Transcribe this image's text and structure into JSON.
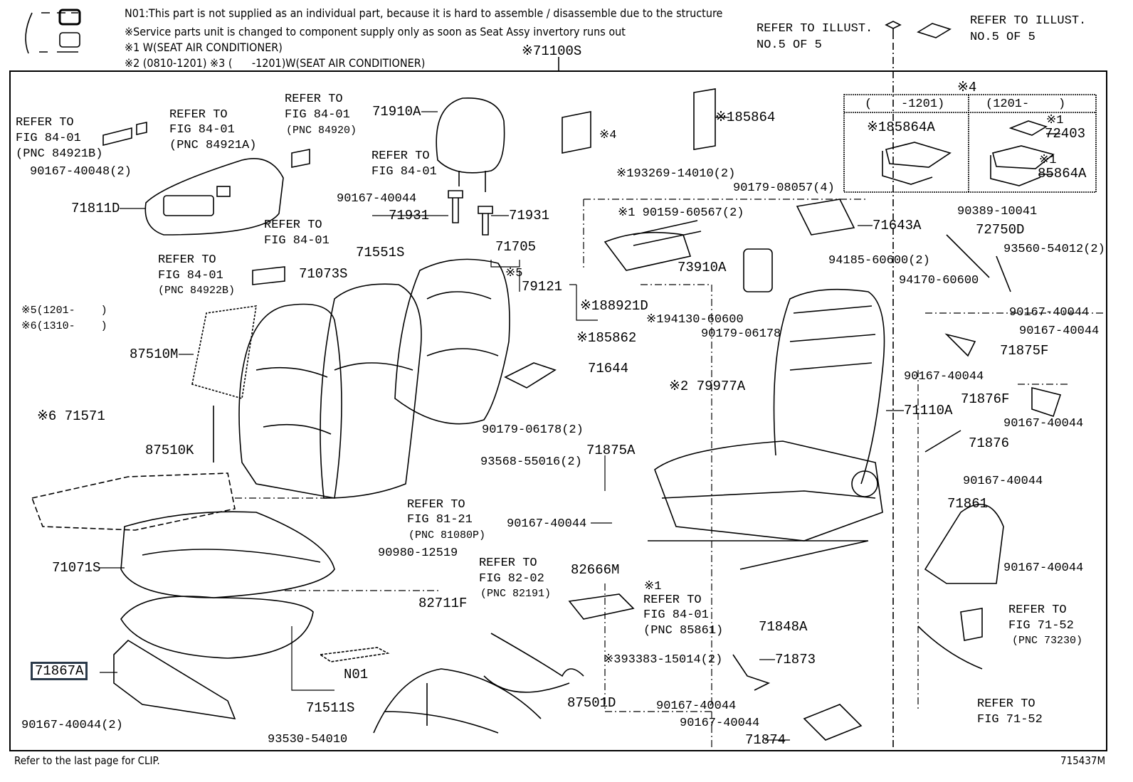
{
  "header": {
    "note_n01": "N01:This part is not supplied as an individual part, because it is hard to assemble / disassemble due to the structure",
    "note_service": "※Service parts unit is changed to component supply only as soon as Seat Assy invertory runs out",
    "note_1": "※1 W(SEAT AIR CONDITIONER)",
    "note_2_3": "※2 (0810-1201) ※3 (      -1201)W(SEAT AIR CONDITIONER)",
    "assembly": "※71100S",
    "refer_illust_1": [
      "REFER TO ILLUST.",
      "NO.5 OF 5"
    ],
    "refer_illust_2": [
      "REFER TO ILLUST.",
      "NO.5 OF 5"
    ]
  },
  "inset_box": {
    "title": "※4",
    "col_left": "(    -1201)",
    "col_right": "(1201-    )",
    "left_part": "※185864A",
    "right_mark_1": "※1",
    "right_part_1": "72403",
    "right_mark_2": "※1",
    "right_part_2": "85864A"
  },
  "refs": {
    "r84921b": [
      "REFER TO",
      "FIG 84-01",
      "(PNC 84921B)"
    ],
    "r84921a": [
      "REFER TO",
      "FIG 84-01",
      "(PNC 84921A)"
    ],
    "r84920": [
      "REFER TO",
      "FIG 84-01",
      "(PNC 84920)"
    ],
    "r8401a": [
      "REFER TO",
      "FIG 84-01"
    ],
    "r8401b": [
      "REFER TO",
      "FIG 84-01"
    ],
    "r84922b": [
      "REFER TO",
      "FIG 84-01",
      "(PNC 84922B)"
    ],
    "r81080p": [
      "REFER TO",
      "FIG 81-21",
      "(PNC 81080P)"
    ],
    "r82191": [
      "REFER TO",
      "FIG 82-02",
      "(PNC 82191)"
    ],
    "r85861": [
      "※1",
      "REFER TO",
      "FIG 84-01",
      "(PNC 85861)"
    ],
    "r73230": [
      "REFER TO",
      "FIG 71-52",
      "(PNC 73230)"
    ],
    "r7152": [
      "REFER TO",
      "FIG 71-52"
    ]
  },
  "variants": [
    "※5(1201-    )",
    "※6(1310-    )"
  ],
  "parts": [
    "71910A",
    "90167-40048(2)",
    "90167-40044",
    "71811D",
    "71931",
    "71931",
    "71551S",
    "71705",
    "※5",
    "71073S",
    "79121",
    "87510M",
    "※6 71571",
    "87510K",
    "71071S",
    "71867A",
    "90167-40044(2)",
    "93530-54010",
    "71511S",
    "N01",
    "90167-40044",
    "90980-12519",
    "82711F",
    "82666M",
    "93568-55016(2)",
    "90179-06178(2)",
    "71875A",
    "71644",
    "※2 79977A",
    "※194130-60600",
    "90179-06178",
    "※188921D",
    "※185862",
    "73910A",
    "※1 90159-60567(2)",
    "※193269-14010(2)",
    "※4",
    "※185864",
    "90179-08057(4)",
    "71643A",
    "94185-60600(2)",
    "94170-60600",
    "90389-10041",
    "72750D",
    "93560-54012(2)",
    "90167-40044",
    "90167-40044",
    "71875F",
    "90167-40044",
    "71876F",
    "71110A",
    "90167-40044",
    "71876",
    "90167-40044",
    "71861",
    "90167-40044",
    "71848A",
    "※393383-15014(2)",
    "71873",
    "90167-40044",
    "90167-40044",
    "87501D",
    "71874"
  ],
  "footer": {
    "clip_note": "Refer to the last page for CLIP.",
    "figure_id": "715437M"
  }
}
